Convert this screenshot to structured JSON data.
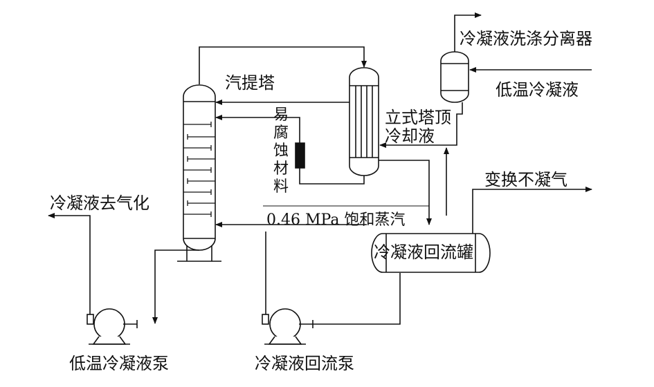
{
  "diagram": {
    "labels": {
      "washer_separator": "冷凝液洗涤分离器",
      "low_temp_condensate": "低温冷凝液",
      "stripper": "汽提塔",
      "overhead_cooler": "立式塔顶冷却液",
      "corrosion_material": "易腐蚀材料",
      "shift_noncondensable": "变换不凝气",
      "condensate_to_gasification": "冷凝液去气化",
      "saturated_steam": "0.46 MPa 饱和蒸汽",
      "reflux_tank": "冷凝液回流罐",
      "low_temp_pump": "低温冷凝液泵",
      "reflux_pump": "冷凝液回流泵"
    }
  }
}
